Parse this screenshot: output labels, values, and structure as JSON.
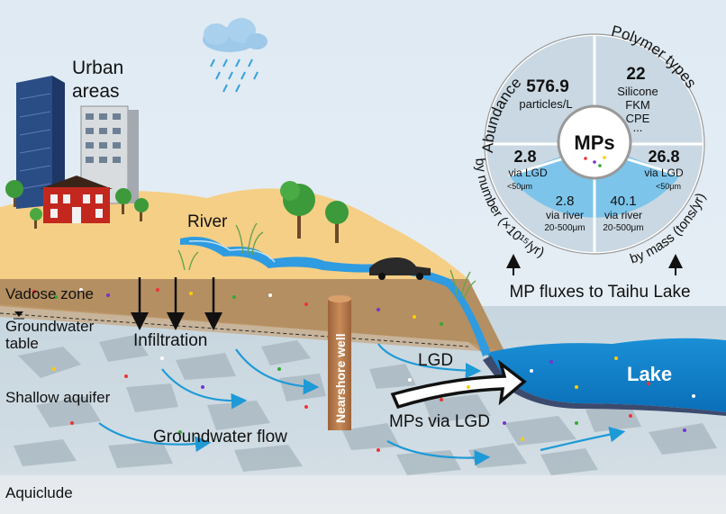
{
  "labels": {
    "urban_line1": "Urban",
    "urban_line2": "areas",
    "river": "River",
    "vadose_zone": "Vadose zone",
    "groundwater_line1": "Groundwater",
    "groundwater_line2": "table",
    "infiltration": "Infiltration",
    "nearshore_well": "Nearshore well",
    "lgd": "LGD",
    "lake": "Lake",
    "shallow_aquifer": "Shallow aquifer",
    "groundwater_flow": "Groundwater flow",
    "mps_via_lgd": "MPs via LGD",
    "aquiclude": "Aquiclude"
  },
  "circle": {
    "center": "MPs",
    "arc_abundance": "Abundance",
    "arc_polymer": "Polymer types",
    "arc_by_number": "by number (×10¹⁵/yr)",
    "arc_by_mass": "by mass (tons/yr)",
    "abundance_value": "576.9",
    "abundance_unit": "particles/L",
    "polymer_value": "22",
    "polymer_1": "Silicone",
    "polymer_2": "FKM",
    "polymer_3": "CPE",
    "polymer_more": "...",
    "num_lgd_value": "2.8",
    "num_lgd_label": "via LGD",
    "num_lgd_size": "<50μm",
    "num_river_value": "2.8",
    "num_river_label": "via river",
    "num_river_size": "20-500μm",
    "mass_lgd_value": "26.8",
    "mass_lgd_label": "via LGD",
    "mass_lgd_size": "<50μm",
    "mass_river_value": "40.1",
    "mass_river_label": "via river",
    "mass_river_size": "20-500μm",
    "fluxes_caption": "MP fluxes to Taihu Lake"
  },
  "colors": {
    "sky": "#dce9f3",
    "sand": "#f5cf86",
    "soil": "#b08a5c",
    "aquifer": "#c4d4de",
    "lake": "#0a82cc",
    "river": "#2f9be0",
    "flow_arrow": "#1e9ad6",
    "circle_fill": "#c9d8e2",
    "circle_river": "#7cc4ea",
    "well": "#b57a4a"
  },
  "icons": [
    "rain-cloud-icon",
    "building-icon",
    "house-icon",
    "tree-icon",
    "car-icon"
  ]
}
